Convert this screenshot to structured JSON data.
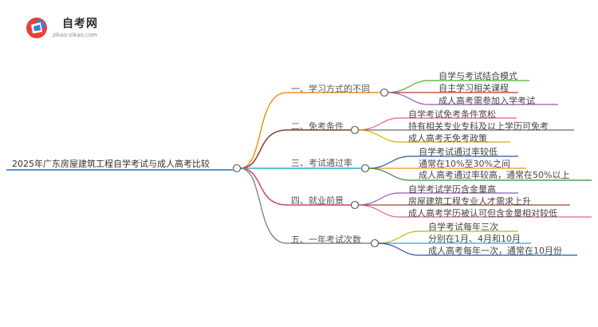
{
  "header": {
    "brand": "自考网",
    "domain": "zikao-zikao.com"
  },
  "mindmap": {
    "root": "2025年广东房屋建筑工程自学考试与成人高考比较",
    "branches": [
      {
        "label": "一、学习方式的不同",
        "color": "#f0901e",
        "children": [
          {
            "label": "自学与考试结合模式",
            "color": "#4caf2a"
          },
          {
            "label": "自主学习相关课程",
            "color": "#c0392b"
          },
          {
            "label": "成人高考需参加入学考试",
            "color": "#8e5bb5"
          }
        ]
      },
      {
        "label": "二、免考条件",
        "color": "#8b3a2e",
        "children": [
          {
            "label": "自学考试免考条件宽松",
            "color": "#e05a9e"
          },
          {
            "label": "持有相关专业专科及以上学历可免考",
            "color": "#6e6e6e"
          },
          {
            "label": "成人高考无免考政策",
            "color": "#c8b400"
          }
        ]
      },
      {
        "label": "三、考试通过率",
        "color": "#24b1c8",
        "children": [
          {
            "label": "自学考试通过率较低",
            "color": "#1d5aa8"
          },
          {
            "label": "通常在10%至30%之间",
            "color": "#f0901e"
          },
          {
            "label": "成人高考通过率较高，通常在50%以上",
            "color": "#2e8b3a"
          }
        ]
      },
      {
        "label": "四、就业前景",
        "color": "#d4406a",
        "children": [
          {
            "label": "自学考试学历含金量高",
            "color": "#8e5bb5"
          },
          {
            "label": "房屋建筑工程专业人才需求上升",
            "color": "#a04030"
          },
          {
            "label": "成人高考学历被认可但含金量相对较低",
            "color": "#e05a9e"
          }
        ]
      },
      {
        "label": "五、一年考试次数",
        "color": "#8a8a8a",
        "children": [
          {
            "label": "自学考试每年三次",
            "color": "#c8b400"
          },
          {
            "label": "分别在1月、4月和10月",
            "color": "#24b1c8"
          },
          {
            "label": "成人高考每年一次，通常在10月份",
            "color": "#1d5aa8"
          }
        ]
      }
    ]
  }
}
